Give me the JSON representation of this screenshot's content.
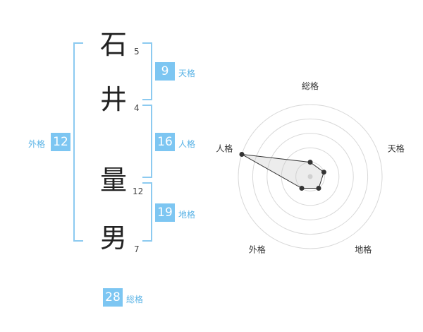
{
  "name": {
    "chars": [
      {
        "char": "石",
        "strokes": "5"
      },
      {
        "char": "井",
        "strokes": "4"
      },
      {
        "char": "量",
        "strokes": "12"
      },
      {
        "char": "男",
        "strokes": "7"
      }
    ]
  },
  "fortune": {
    "tenkaku": {
      "label": "天格",
      "value": "9"
    },
    "jinkaku": {
      "label": "人格",
      "value": "16"
    },
    "chikaku": {
      "label": "地格",
      "value": "19"
    },
    "gaikaku": {
      "label": "外格",
      "value": "12"
    },
    "soukaku": {
      "label": "総格",
      "value": "28"
    }
  },
  "colors": {
    "accent": "#7dc6f2",
    "bracket": "#8ccaf0"
  },
  "chart_data": {
    "type": "radar",
    "axes": [
      "総格",
      "天格",
      "地格",
      "外格",
      "人格"
    ],
    "values": [
      1,
      1,
      1,
      1,
      5
    ],
    "rmax": 5,
    "rings": 5
  }
}
